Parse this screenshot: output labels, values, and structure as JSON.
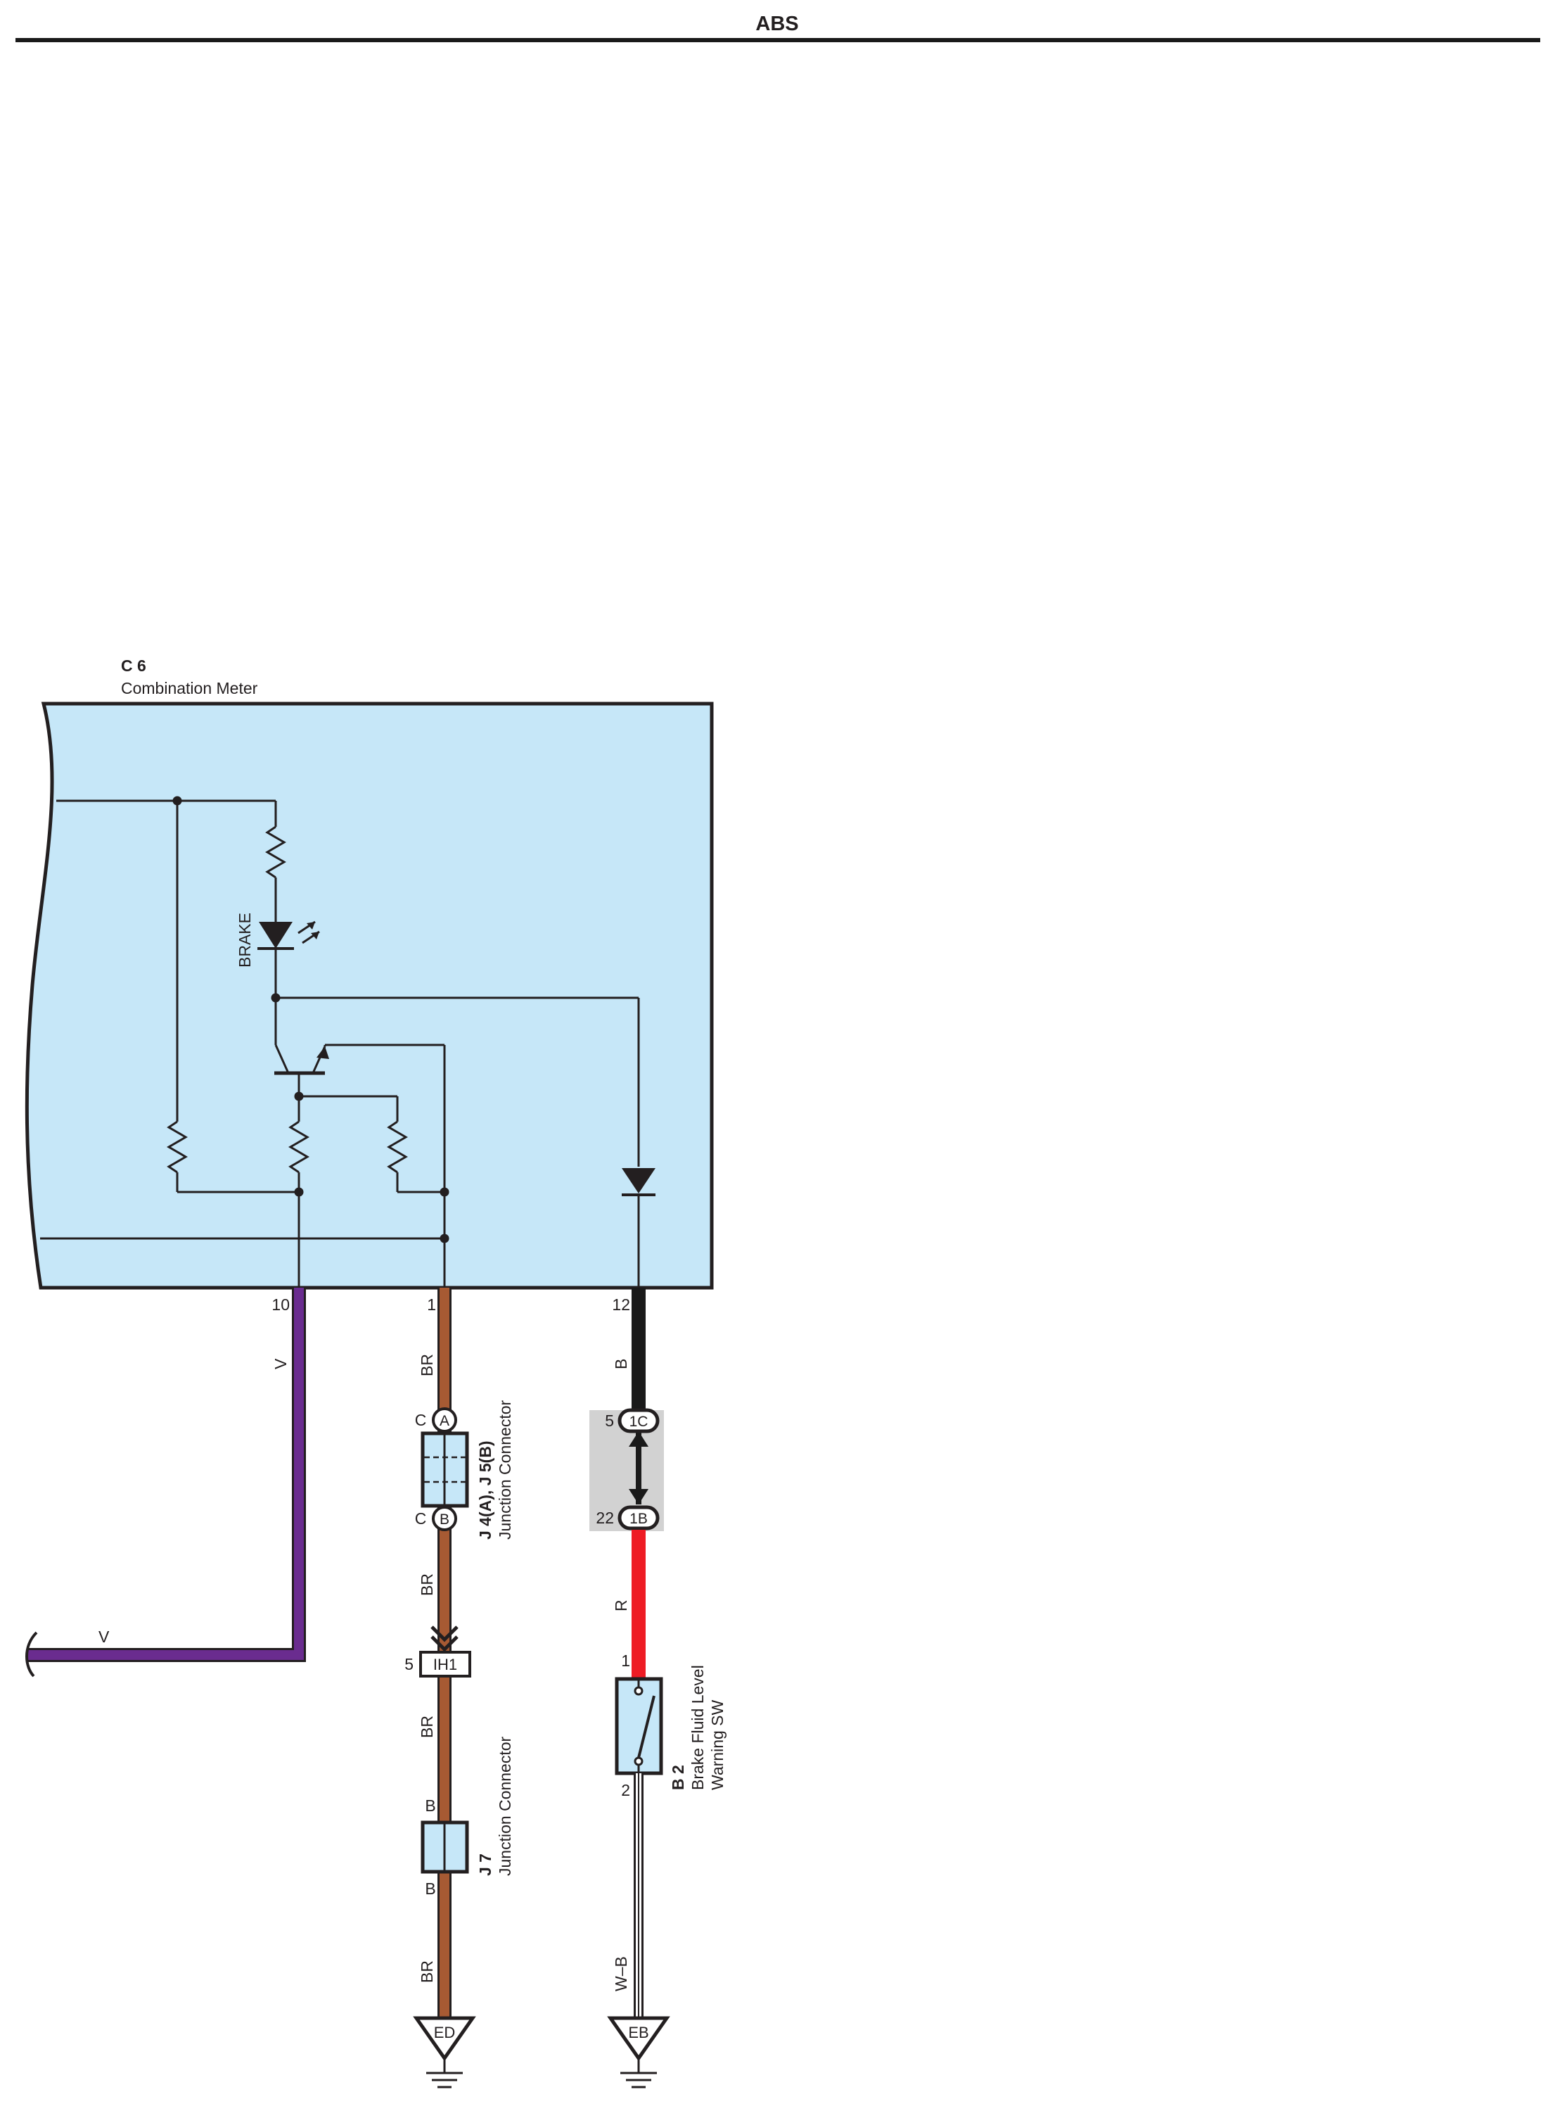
{
  "header": {
    "title": "ABS"
  },
  "colors": {
    "meter_fill": "#c6e7f8",
    "wire_violet": "#6a2c8f",
    "wire_brown": "#a75a33",
    "wire_black": "#1a1a1a",
    "wire_red": "#ee1c24",
    "connector_fill": "#c6e7f8",
    "junction_block_fill": "#d2d2d2",
    "line": "#231f20"
  },
  "combination_meter": {
    "code": "C 6",
    "name": "Combination Meter",
    "brake_lamp_label": "BRAKE",
    "pins": {
      "violet": "10",
      "brown": "1",
      "black": "12"
    }
  },
  "wires": {
    "violet_label": "V",
    "violet_label_left": "V",
    "brown_labels": [
      "BR",
      "BR",
      "BR",
      "BR"
    ],
    "black_label": "B",
    "red_label": "R",
    "white_black_label": "W–B"
  },
  "junction_connector_j4_j5": {
    "code": "J 4(A), J 5(B)",
    "name": "Junction Connector",
    "pin_top": "C",
    "pin_bottom": "C",
    "connector_a": "A",
    "connector_b": "B"
  },
  "junction_block": {
    "top_pin": "5",
    "top_connector": "1C",
    "bottom_pin": "22",
    "bottom_connector": "1B"
  },
  "inline_connector": {
    "pin": "5",
    "code": "IH1"
  },
  "junction_connector_j7": {
    "code": "J 7",
    "name": "Junction Connector",
    "pin_top": "B",
    "pin_bottom": "B"
  },
  "brake_fluid_switch": {
    "code": "B 2",
    "name_line1": "Brake Fluid Level",
    "name_line2": "Warning SW",
    "pin_top": "1",
    "pin_bottom": "2"
  },
  "grounds": {
    "left": "ED",
    "right": "EB"
  }
}
